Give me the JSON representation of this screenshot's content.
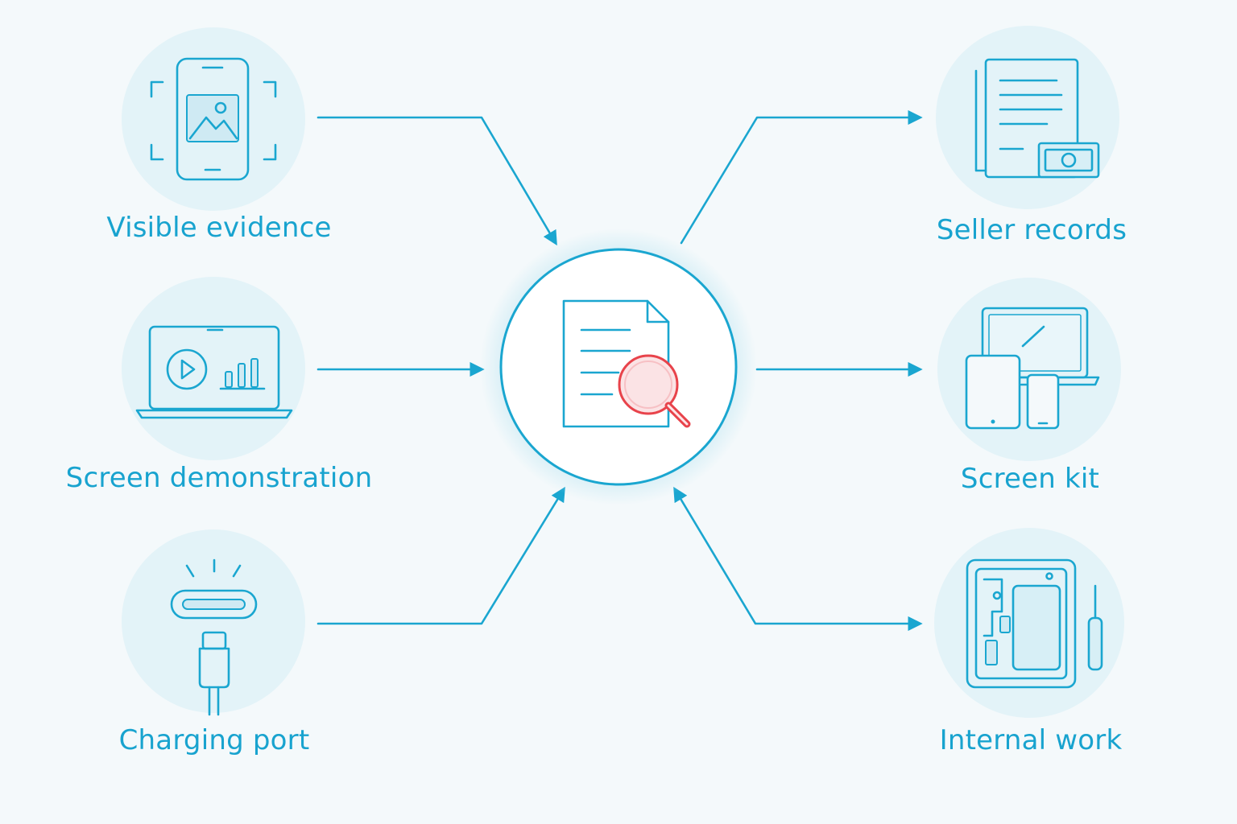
{
  "colors": {
    "background": "#f4f9fb",
    "accent": "#1aa6d0",
    "halo": "#e3f3f8",
    "magnifier": "#e8434b"
  },
  "hub": {
    "icon": "document-magnifier-icon"
  },
  "inputs": [
    {
      "label": "Visible evidence",
      "icon": "phone-image-icon"
    },
    {
      "label": "Screen demonstration",
      "icon": "laptop-video-chart-icon"
    },
    {
      "label": "Charging port",
      "icon": "usb-c-port-icon"
    }
  ],
  "outputs": [
    {
      "label": "Seller records",
      "icon": "documents-cash-icon"
    },
    {
      "label": "Screen kit",
      "icon": "laptop-tablet-phone-icon"
    },
    {
      "label": "Internal work",
      "icon": "phone-internals-screwdriver-icon"
    }
  ]
}
